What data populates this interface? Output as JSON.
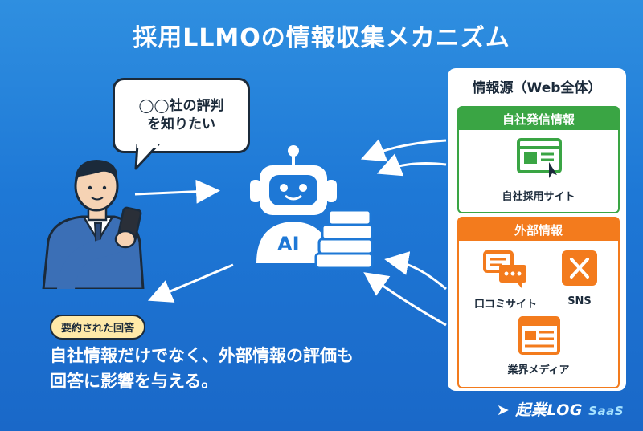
{
  "title": "採用LLMOの情報収集メカニズム",
  "speech": {
    "line1": "◯◯社の評判",
    "line2": "を知りたい"
  },
  "robot_label": "AI",
  "summary_badge": "要約された回答",
  "caption": {
    "line1": "自社情報だけでなく、外部情報の評価も",
    "line2": "回答に影響を与える。"
  },
  "sources": {
    "title": "情報源（Web全体）",
    "own": {
      "header": "自社発信情報",
      "item": "自社採用サイト"
    },
    "external": {
      "header": "外部情報",
      "reviews": "口コミサイト",
      "sns": "SNS",
      "media": "業界メディア"
    }
  },
  "logo": {
    "main": "起業LOG",
    "sub": "SaaS"
  },
  "colors": {
    "background": "#1e78d6",
    "green": "#3aa544",
    "orange": "#f37b1d",
    "ink": "#1b2a3a"
  }
}
